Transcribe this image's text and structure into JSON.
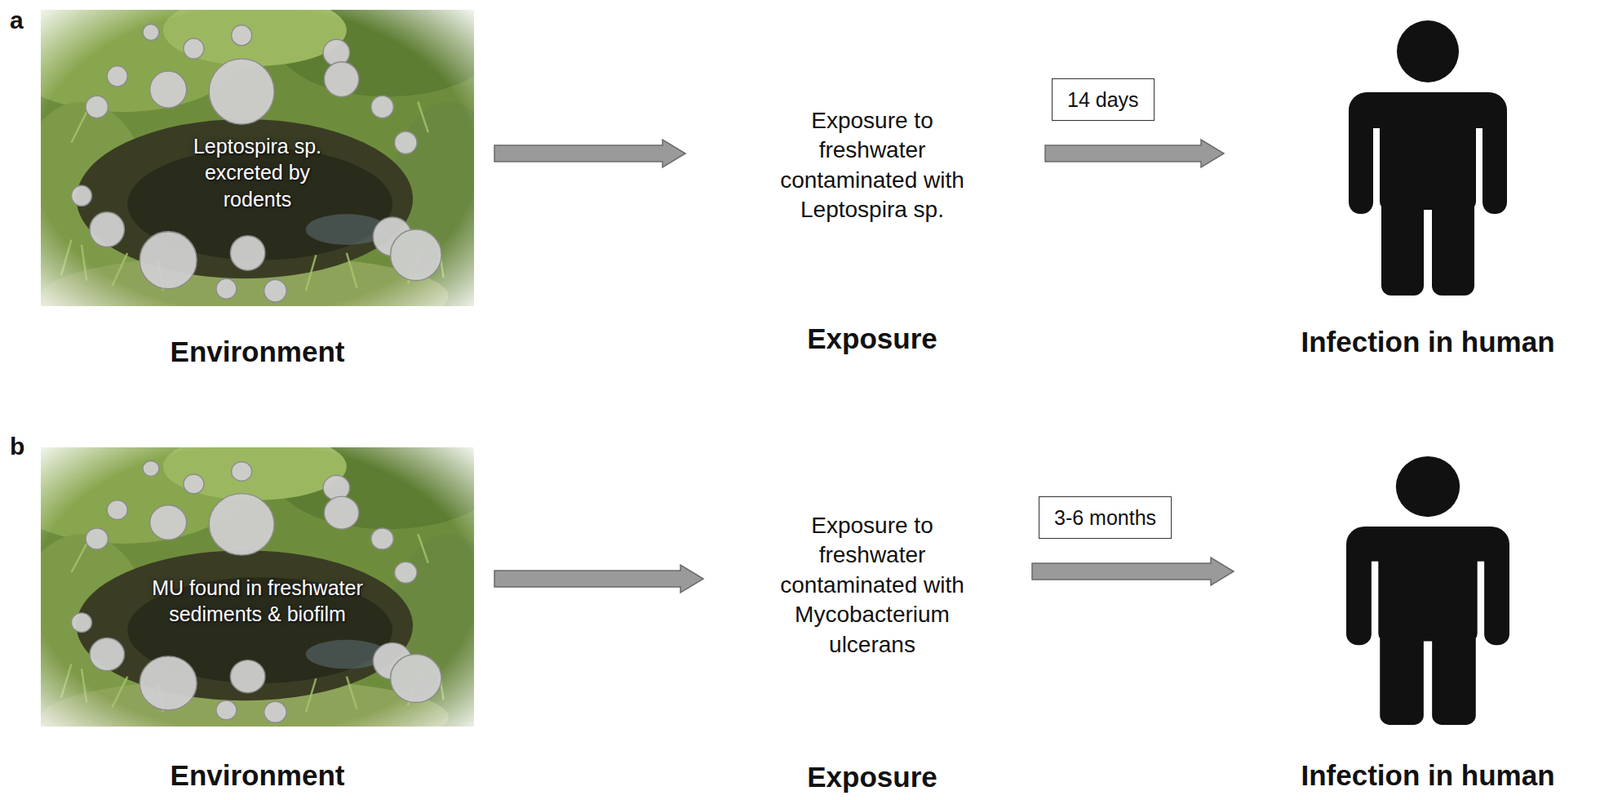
{
  "diagram": {
    "nodes": [
      {
        "text": [
          "Leptospira sp. excreted by rodents",
          "Environment"
        ]
      },
      {
        "text": [
          "Exposure to freshwater contaminated with Leptospira sp.",
          "Exposure"
        ]
      },
      {
        "text": [
          "Infection in human"
        ]
      },
      {
        "text": [
          "MU found in freshwater sediments & biofilm",
          "Environment"
        ]
      },
      {
        "text": [
          "Exposure to freshwater contaminated with Mycobacterium ulcerans",
          "Exposure"
        ]
      },
      {
        "text": [
          "Infection in human"
        ]
      }
    ],
    "edges": [
      {
        "from": 0,
        "to": 1,
        "arrow": "to"
      },
      {
        "from": 1,
        "to": 2,
        "label": "14 days",
        "arrow": "to"
      },
      {
        "from": 3,
        "to": 4,
        "arrow": "to"
      },
      {
        "from": 4,
        "to": 5,
        "label": "3-6 months",
        "arrow": "to"
      }
    ],
    "labels": [
      "a",
      "b"
    ]
  }
}
